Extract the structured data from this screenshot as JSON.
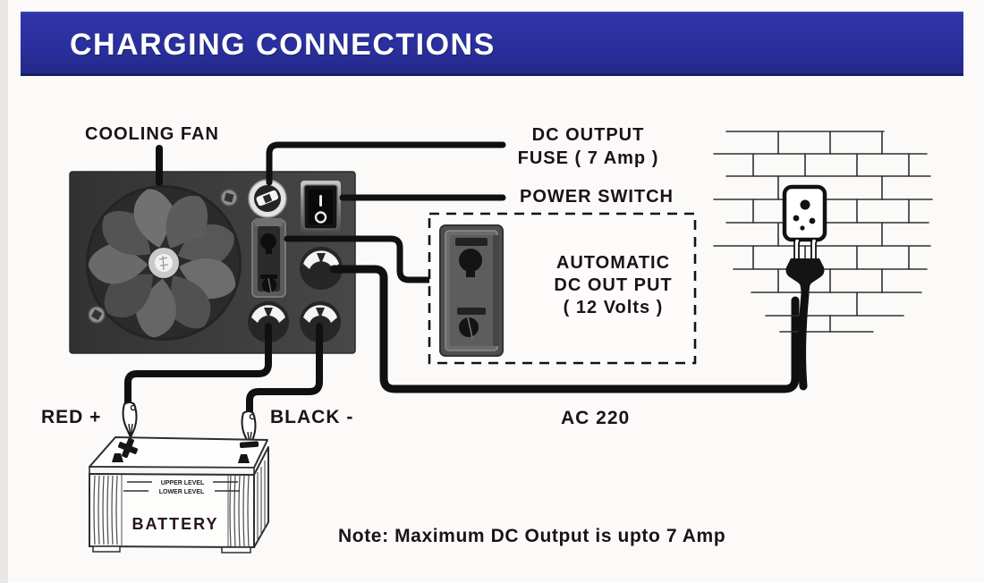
{
  "header": {
    "title": "CHARGING CONNECTIONS",
    "bg_color": "#2a2f9e",
    "text_color": "#ffffff"
  },
  "labels": {
    "cooling_fan": "COOLING FAN",
    "dc_output_fuse_line1": "DC OUTPUT",
    "dc_output_fuse_line2": "FUSE ( 7 Amp )",
    "power_switch": "POWER SWITCH",
    "automatic_line1": "AUTOMATIC",
    "automatic_line2": "DC OUT PUT",
    "automatic_line3": "( 12 Volts )",
    "red_positive": "RED +",
    "black_negative": "BLACK -",
    "ac_supply": "AC 220",
    "note": "Note: Maximum DC Output is upto 7 Amp"
  },
  "battery": {
    "name": "BATTERY",
    "upper_level": "UPPER LEVEL",
    "lower_level": "LOWER LEVEL"
  },
  "power_switch": {
    "on_mark": "I",
    "off_mark": "O"
  },
  "colors": {
    "panel": "#3d3d3d",
    "wire": "#101010",
    "label_text": "#1d1117",
    "banner_blue": "#2a2f9e"
  }
}
